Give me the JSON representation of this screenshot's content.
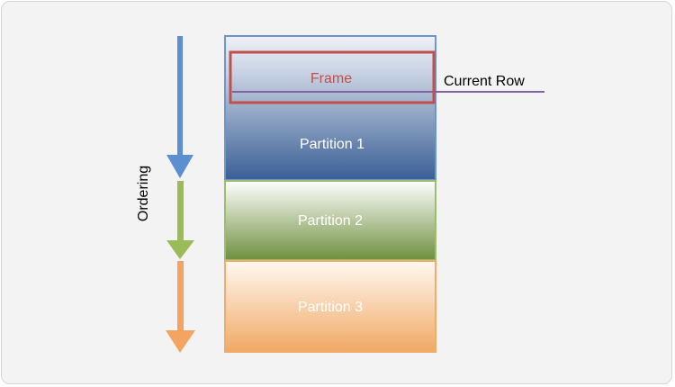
{
  "partitions": [
    {
      "label": "Partition 1",
      "border_color": "#6d96cf",
      "top_color": "#eef1f8",
      "bottom_color": "#3a5f95"
    },
    {
      "label": "Partition 2",
      "border_color": "#9cbd6a",
      "top_color": "#ffffff",
      "bottom_color": "#6f8f3e"
    },
    {
      "label": "Partition 3",
      "border_color": "#f0ad6a",
      "top_color": "#fff8f2",
      "bottom_color": "#f0a964"
    }
  ],
  "frame": {
    "label": "Frame",
    "color": "#c0504d"
  },
  "current_row": {
    "label": "Current Row",
    "color": "#8064a2"
  },
  "ordering": {
    "label": "Ordering"
  },
  "arrows": {
    "blue": "#5b8fd0",
    "green": "#9bbb59",
    "orange": "#f4a460"
  }
}
